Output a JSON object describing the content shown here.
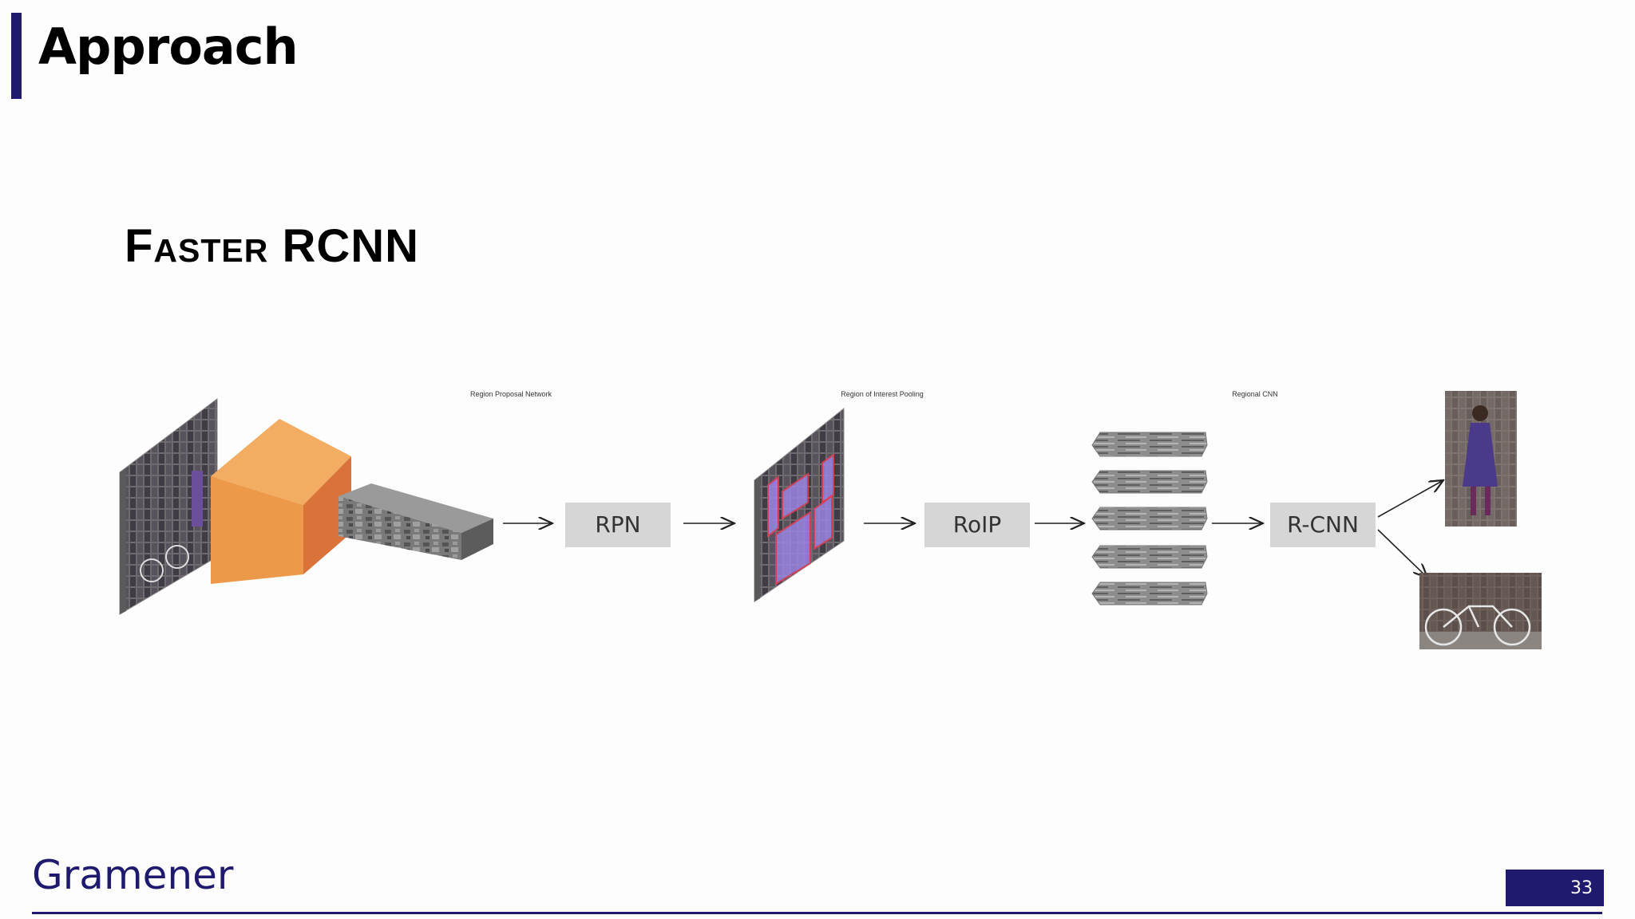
{
  "slide": {
    "title": "Approach",
    "subtitle": "Faster RCNN",
    "brand": "Gramener",
    "page_number": "33"
  },
  "diagram": {
    "stage_labels": [
      "Region Proposal Network",
      "Region of Interest Pooling",
      "Regional CNN"
    ],
    "boxes": [
      "RPN",
      "RoIP",
      "R-CNN"
    ],
    "outputs": [
      "person-image",
      "bicycle-image"
    ]
  },
  "colors": {
    "brand": "#1f1a6e",
    "cube_front": "#ec9a4a",
    "cube_side": "#d9733a",
    "cube_top": "#f3ad62",
    "box_fill": "#d6d6d6",
    "proposal_box": "#e0405a"
  }
}
